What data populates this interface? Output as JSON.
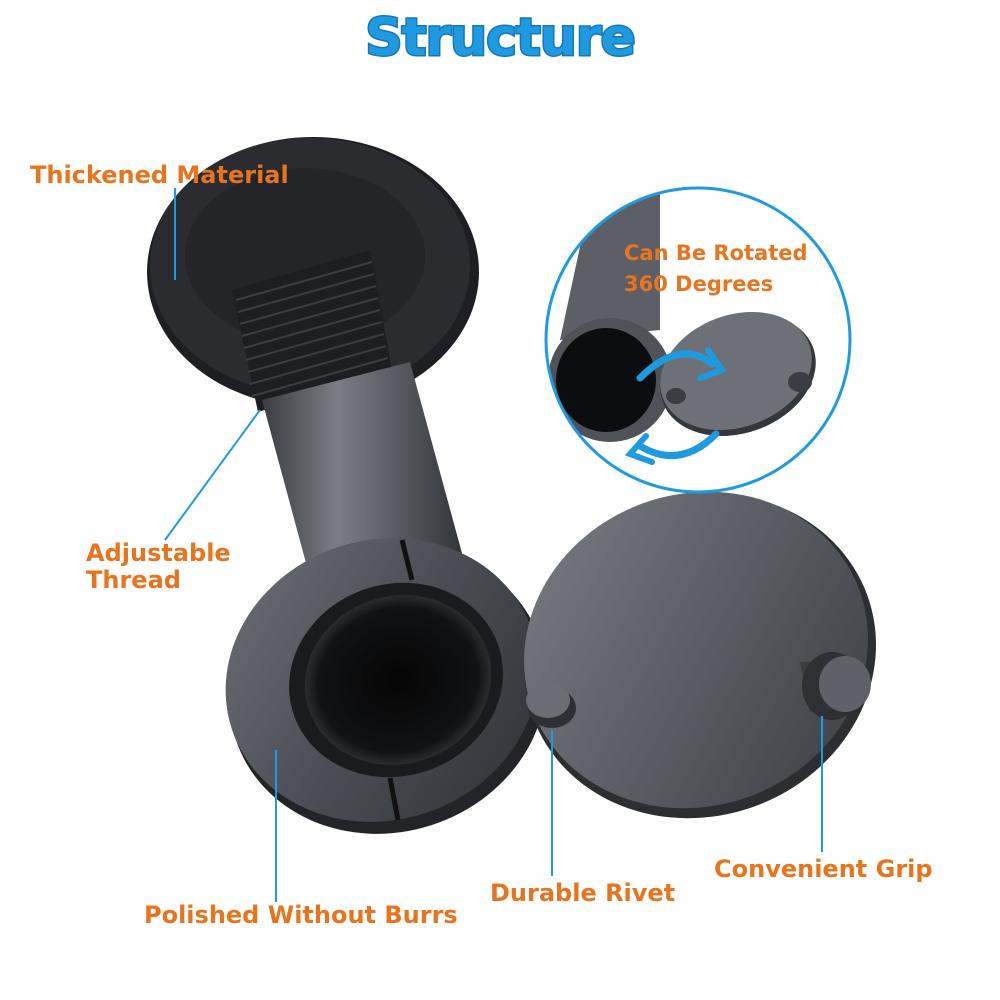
{
  "title": "Structure",
  "labels": {
    "thickened_material": "Thickened Material",
    "adjustable_thread_1": "Adjustable",
    "adjustable_thread_2": "Thread",
    "rotated_1": "Can Be Rotated",
    "rotated_2": "360 Degrees",
    "polished": "Polished Without Burrs",
    "durable_rivet": "Durable Rivet",
    "convenient_grip": "Convenient Grip"
  },
  "colors": {
    "title": "#1e9be0",
    "label": "#e8741e",
    "leader": "#1e9be0",
    "metal_dark": "#2b2e33",
    "metal_mid": "#55595f"
  }
}
